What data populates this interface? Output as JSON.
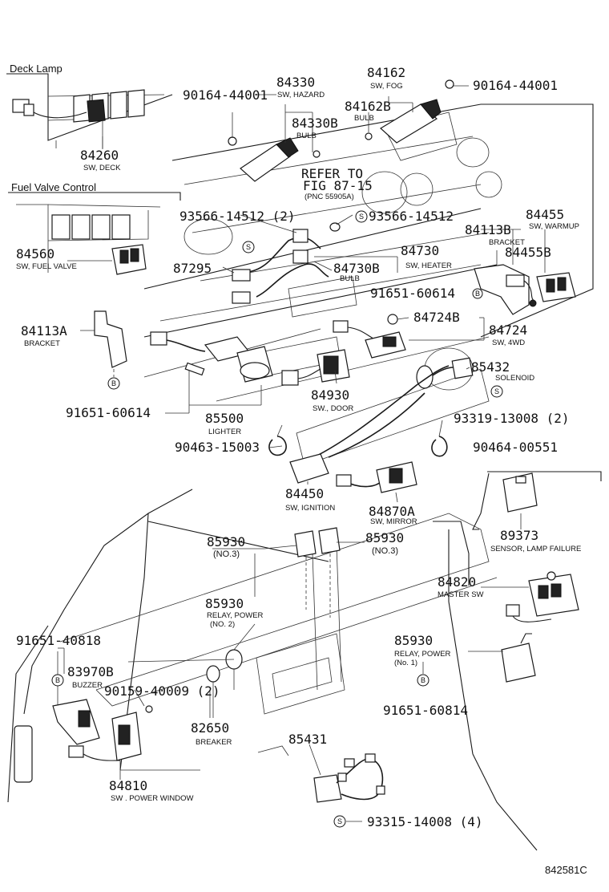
{
  "sections": {
    "deck_lamp": "Deck Lamp",
    "fuel_valve_control": "Fuel Valve Control"
  },
  "refer": {
    "line1": "REFER TO",
    "line2": "FIG 87-15",
    "line3": "(PNC 55905A)"
  },
  "drawing_code": "842581C",
  "markers": {
    "b": "B",
    "s": "S"
  },
  "parts": [
    {
      "id": "84260",
      "label": "84260",
      "desc": "SW, DECK"
    },
    {
      "id": "84330",
      "label": "84330",
      "desc": "SW, HAZARD"
    },
    {
      "id": "84330B",
      "label": "84330B",
      "desc": "BULB"
    },
    {
      "id": "90164-44001-left",
      "label": "90164-44001",
      "desc": ""
    },
    {
      "id": "84162",
      "label": "84162",
      "desc": "SW, FOG"
    },
    {
      "id": "84162B",
      "label": "84162B",
      "desc": "BULB"
    },
    {
      "id": "90164-44001-right",
      "label": "90164-44001",
      "desc": ""
    },
    {
      "id": "84560",
      "label": "84560",
      "desc": "SW, FUEL VALVE"
    },
    {
      "id": "93566-14512-2",
      "label": "93566-14512 (2)",
      "desc": ""
    },
    {
      "id": "93566-14512",
      "label": "93566-14512",
      "desc": ""
    },
    {
      "id": "84455",
      "label": "84455",
      "desc": "SW, WARMUP"
    },
    {
      "id": "84113B",
      "label": "84113B",
      "desc": "BRACKET"
    },
    {
      "id": "84455B",
      "label": "84455B",
      "desc": ""
    },
    {
      "id": "87295",
      "label": "87295",
      "desc": ""
    },
    {
      "id": "84730",
      "label": "84730",
      "desc": "SW, HEATER"
    },
    {
      "id": "84730B",
      "label": "84730B",
      "desc": "BULB"
    },
    {
      "id": "91651-60614-right",
      "label": "91651-60614",
      "desc": ""
    },
    {
      "id": "84113A",
      "label": "84113A",
      "desc": "BRACKET"
    },
    {
      "id": "84724B",
      "label": "84724B",
      "desc": ""
    },
    {
      "id": "84724",
      "label": "84724",
      "desc": "SW, 4WD"
    },
    {
      "id": "85432",
      "label": "85432",
      "desc": "SOLENOID"
    },
    {
      "id": "91651-60614-left",
      "label": "91651-60614",
      "desc": ""
    },
    {
      "id": "84930",
      "label": "84930",
      "desc": "SW., DOOR"
    },
    {
      "id": "85500",
      "label": "85500",
      "desc": "LIGHTER"
    },
    {
      "id": "93319-13008-2",
      "label": "93319-13008 (2)",
      "desc": ""
    },
    {
      "id": "90463-15003",
      "label": "90463-15003",
      "desc": ""
    },
    {
      "id": "90464-00551",
      "label": "90464-00551",
      "desc": ""
    },
    {
      "id": "84450",
      "label": "84450",
      "desc": "SW, IGNITION"
    },
    {
      "id": "84870A",
      "label": "84870A",
      "desc": "SW, MIRROR"
    },
    {
      "id": "85930-no3-left",
      "label": "85930",
      "desc": "(NO.3)"
    },
    {
      "id": "85930-no3-right",
      "label": "85930",
      "desc": "(NO.3)"
    },
    {
      "id": "89373",
      "label": "89373",
      "desc": "SENSOR, LAMP FAILURE"
    },
    {
      "id": "84820",
      "label": "84820",
      "desc": "MASTER SW"
    },
    {
      "id": "85930-no2",
      "label": "85930",
      "desc": "RELAY, POWER",
      "desc2": "(NO. 2)"
    },
    {
      "id": "91651-40818",
      "label": "91651-40818",
      "desc": ""
    },
    {
      "id": "85930-no1",
      "label": "85930",
      "desc": "RELAY, POWER",
      "desc2": "(No. 1)"
    },
    {
      "id": "83970B",
      "label": "83970B",
      "desc": "BUZZER"
    },
    {
      "id": "90159-40009-2",
      "label": "90159-40009 (2)",
      "desc": ""
    },
    {
      "id": "91651-60814",
      "label": "91651-60814",
      "desc": ""
    },
    {
      "id": "82650",
      "label": "82650",
      "desc": "BREAKER"
    },
    {
      "id": "85431",
      "label": "85431",
      "desc": ""
    },
    {
      "id": "84810",
      "label": "84810",
      "desc": "SW . POWER WINDOW"
    },
    {
      "id": "93315-14008-4",
      "label": "93315-14008 (4)",
      "desc": ""
    }
  ]
}
